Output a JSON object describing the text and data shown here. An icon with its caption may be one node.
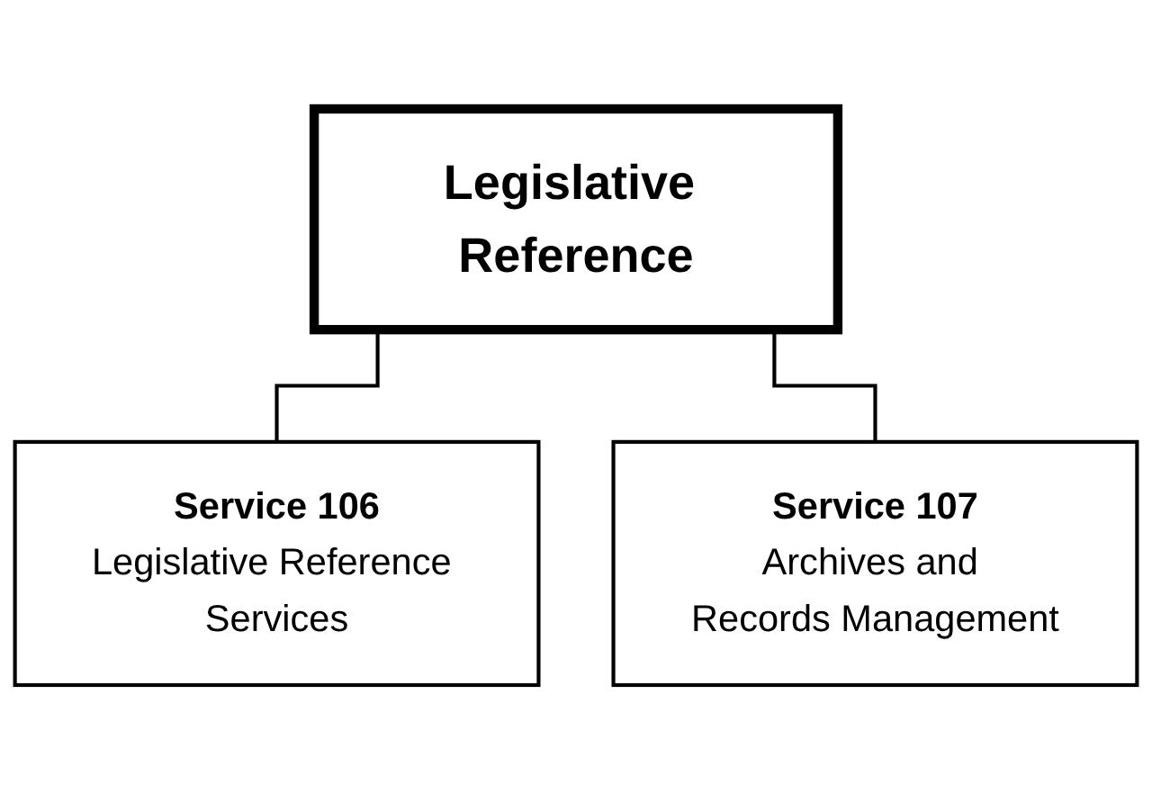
{
  "diagram": {
    "nodes": [
      {
        "text": [
          "Legislative Reference"
        ]
      },
      {
        "text": [
          "Service 106",
          "Legislative Reference Services"
        ]
      },
      {
        "text": [
          "Service 107",
          "Archives and Records Management"
        ]
      }
    ],
    "edges": [
      {
        "from": 0,
        "to": 1,
        "arrow": "none"
      },
      {
        "from": 0,
        "to": 2,
        "arrow": "none"
      }
    ]
  }
}
